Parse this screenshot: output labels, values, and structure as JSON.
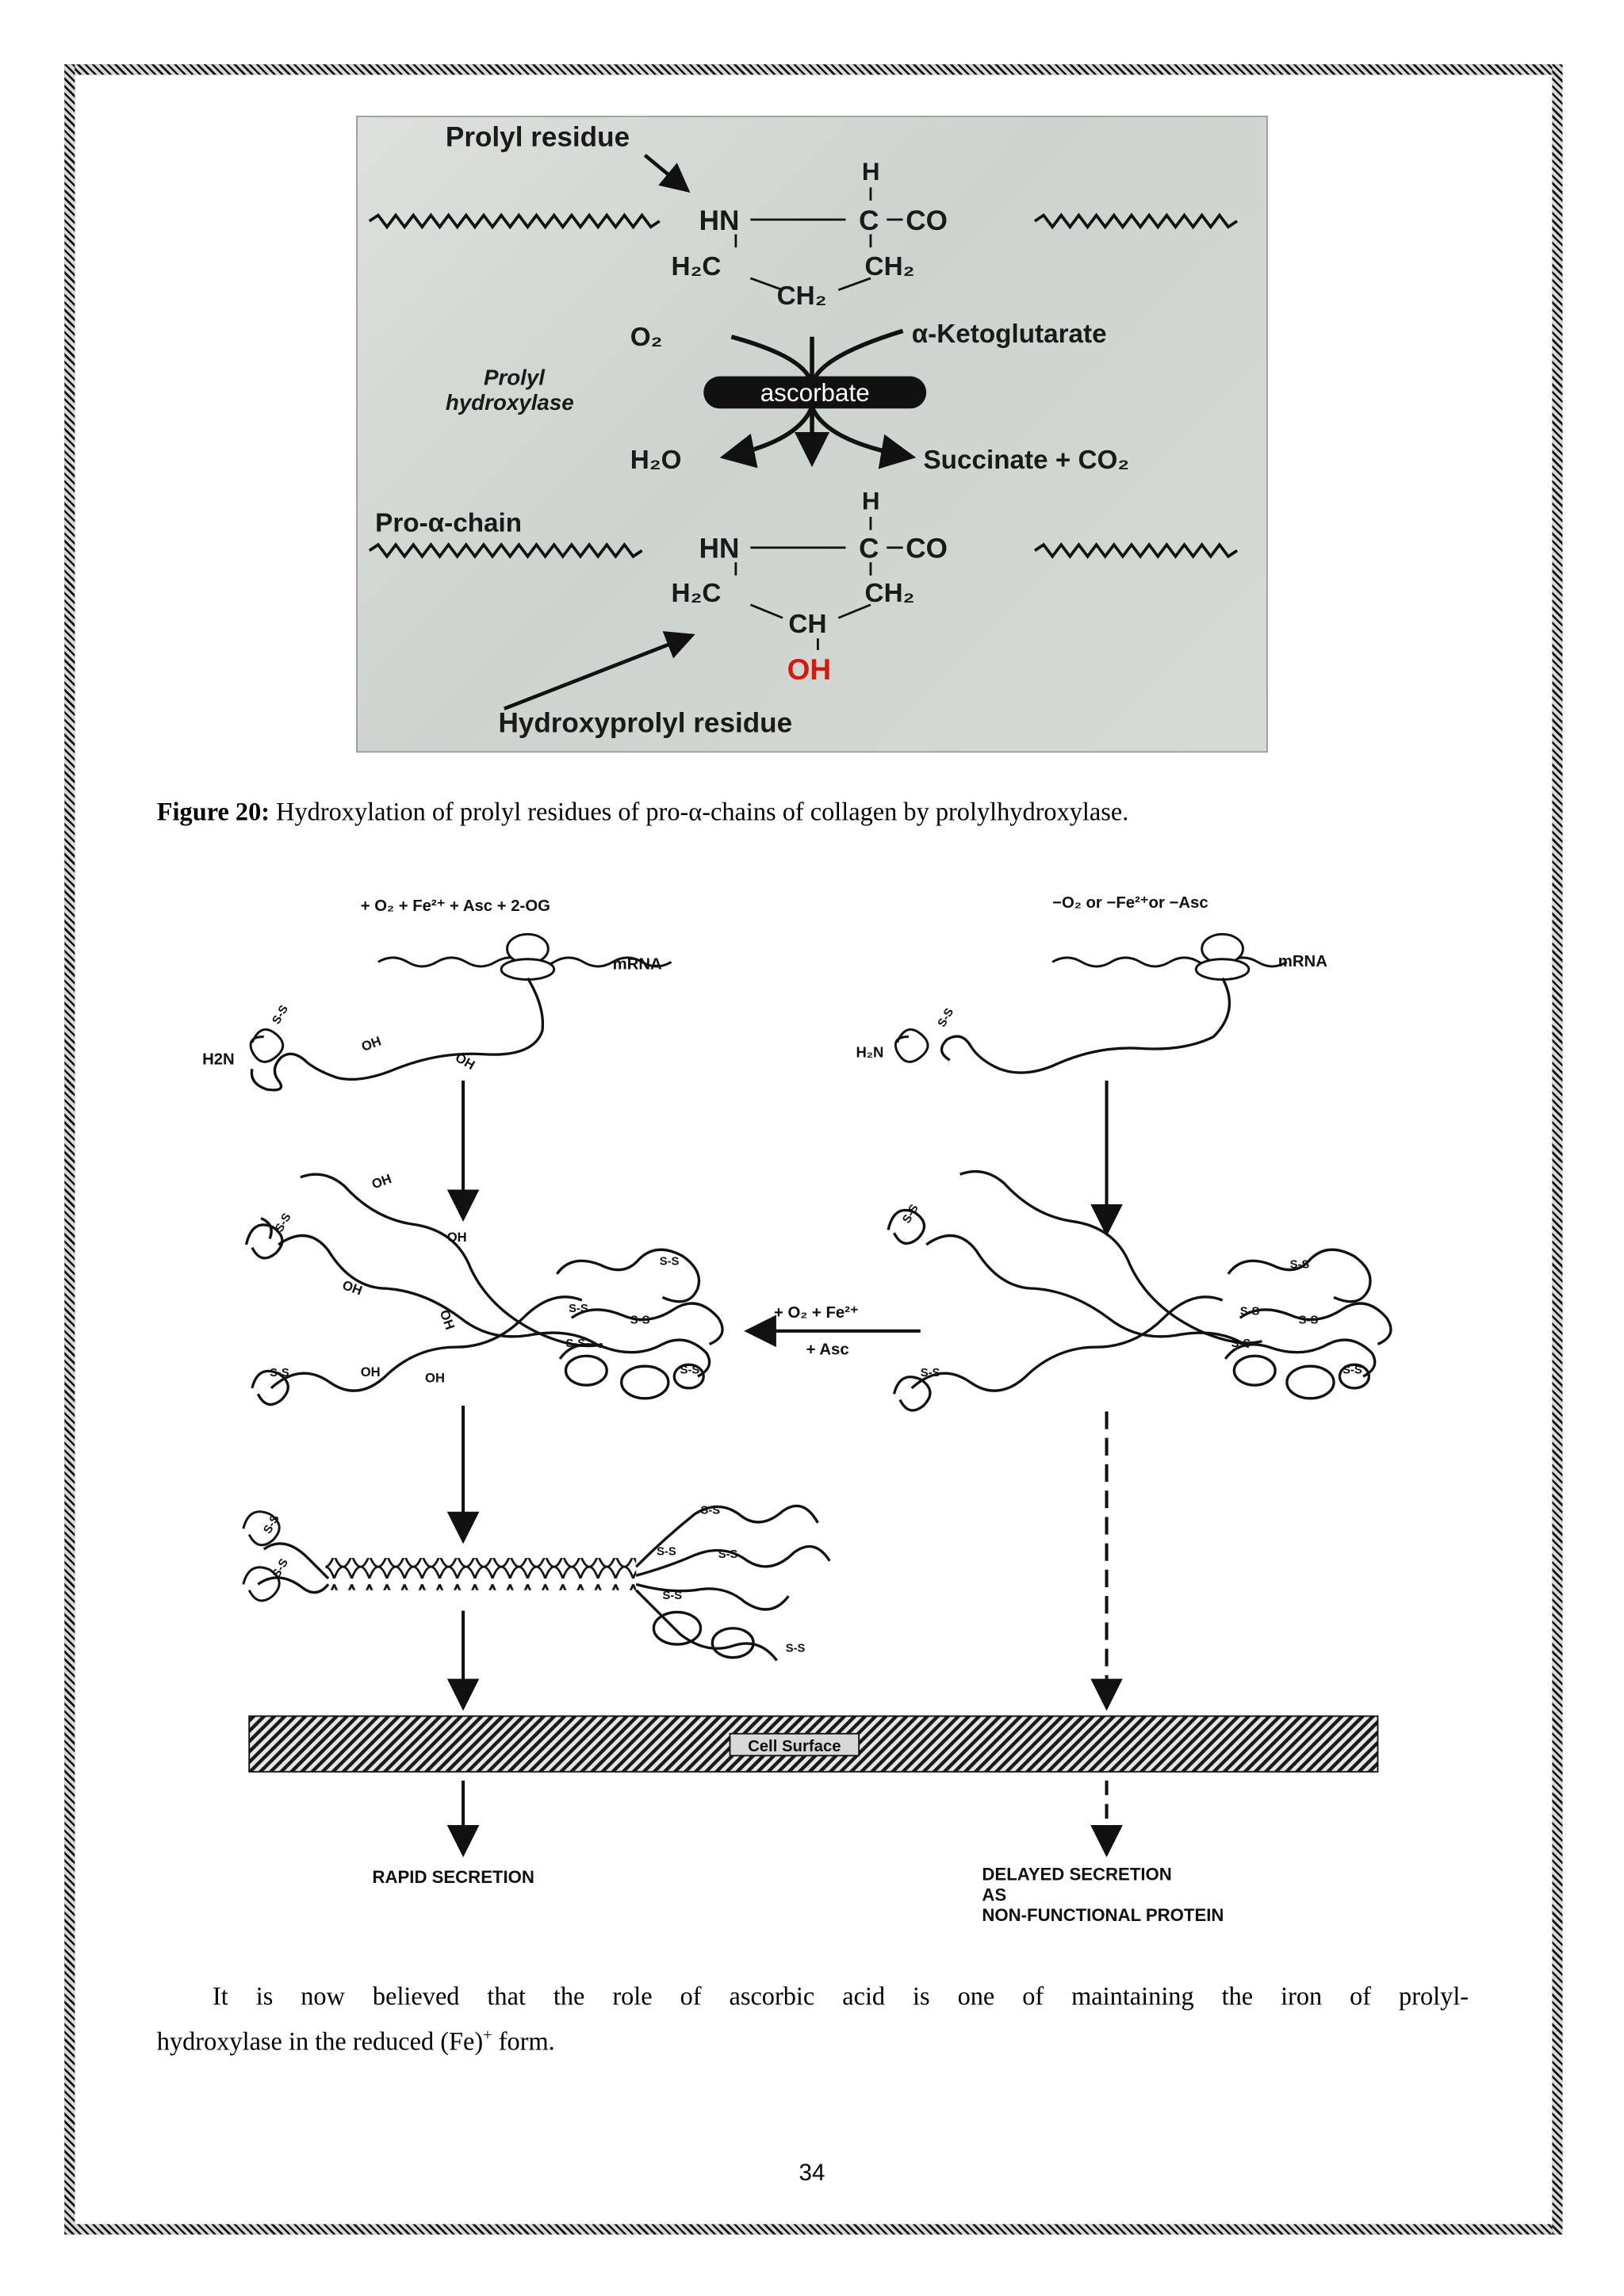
{
  "figure20": {
    "prolyl_label": "Prolyl residue",
    "hydroxyprolyl_label": "Hydroxyprolyl residue",
    "h": "H",
    "hn": "HN",
    "c": "C",
    "co": "CO",
    "h2c": "H₂C",
    "ch2": "CH₂",
    "ch": "CH",
    "oh": "OH",
    "o2": "O₂",
    "ketoglutarate": "α-Ketoglutarate",
    "enzyme_line1": "Prolyl",
    "enzyme_line2": "hydroxylase",
    "ascorbate": "ascorbate",
    "h2o": "H₂O",
    "succinate": "Succinate + CO₂",
    "chain_label": "Pro-α-chain",
    "oh_color": "#d21a10"
  },
  "caption": {
    "label": "Figure 20:",
    "text": " Hydroxylation of prolyl residues of pro-α-chains of collagen by prolylhydroxylase."
  },
  "figure_secretion": {
    "left_condition": "+ O₂ + Fe²⁺ + Asc + 2-OG",
    "right_condition": "−O₂ or −Fe²⁺or −Asc",
    "mrna": "mRNA",
    "h2n_left": "H2N",
    "h2n_right": "H₂N",
    "oh": "OH",
    "ss": "S-S",
    "mid_arrow_line1": "+ O₂ + Fe²⁺",
    "mid_arrow_line2": "+ Asc",
    "cell_surface": "Cell Surface",
    "rapid": "RAPID SECRETION",
    "delayed_line1": "DELAYED SECRETION",
    "delayed_line2": "AS",
    "delayed_line3": "NON-FUNCTIONAL PROTEIN"
  },
  "paragraph": {
    "line1": "It is now believed that the role of ascorbic acid is one of maintaining the iron of prolyl-",
    "line2_pre": "hydroxylase in the reduced (Fe)",
    "line2_sup": "+",
    "line2_post": " form."
  },
  "page_number": "34"
}
